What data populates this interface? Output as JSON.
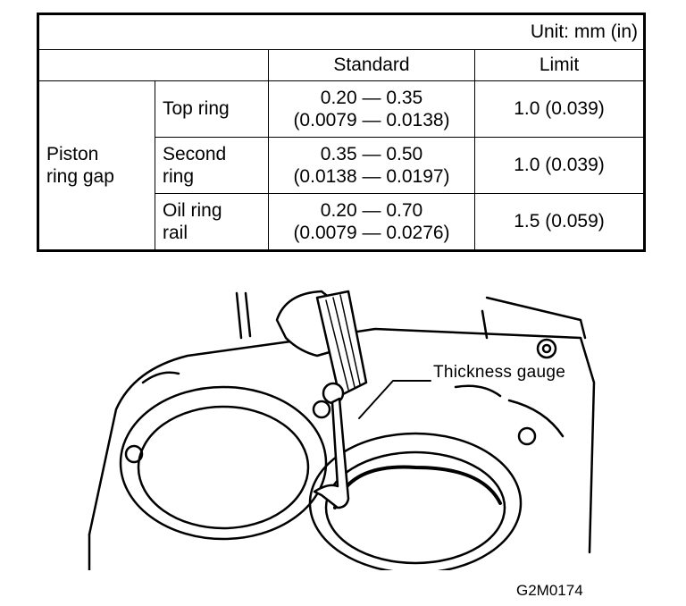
{
  "table": {
    "unit": "Unit: mm (in)",
    "headers": {
      "standard": "Standard",
      "limit": "Limit"
    },
    "group_label_line1": "Piston",
    "group_label_line2": "ring gap",
    "rows": [
      {
        "name_line1": "Top ring",
        "name_line2": "",
        "standard_line1": "0.20 — 0.35",
        "standard_line2": "(0.0079 — 0.0138)",
        "limit": "1.0 (0.039)"
      },
      {
        "name_line1": "Second",
        "name_line2": "ring",
        "standard_line1": "0.35 — 0.50",
        "standard_line2": "(0.0138 — 0.0197)",
        "limit": "1.0 (0.039)"
      },
      {
        "name_line1": "Oil ring",
        "name_line2": "rail",
        "standard_line1": "0.20 — 0.70",
        "standard_line2": "(0.0079 — 0.0276)",
        "limit": "1.5 (0.059)"
      }
    ]
  },
  "figure": {
    "callout": "Thickness gauge",
    "figure_id": "G2M0174"
  }
}
